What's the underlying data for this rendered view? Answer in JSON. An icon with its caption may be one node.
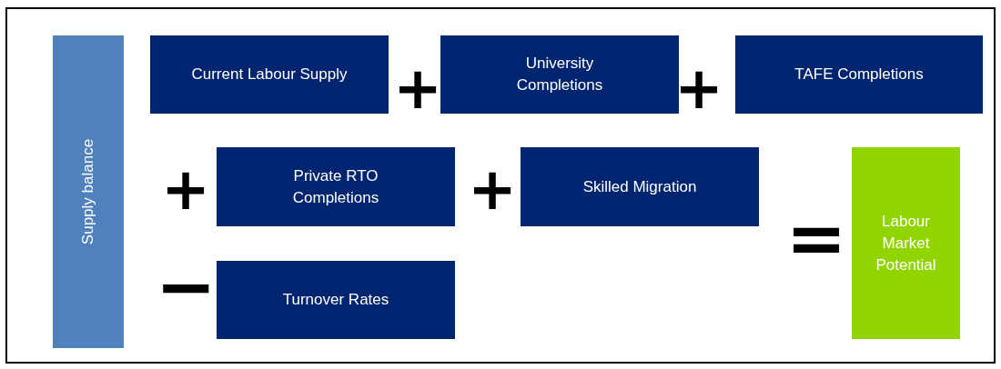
{
  "diagram": {
    "nodes": [
      {
        "text": [
          "Supply balance"
        ]
      },
      {
        "text": [
          "Current Labour Supply"
        ]
      },
      {
        "text": [
          "University Completions"
        ]
      },
      {
        "text": [
          "TAFE Completions"
        ]
      },
      {
        "text": [
          "Private RTO Completions"
        ]
      },
      {
        "text": [
          "Skilled Migration"
        ]
      },
      {
        "text": [
          "Turnover Rates"
        ]
      },
      {
        "text": [
          "Labour Market Potential"
        ]
      }
    ],
    "edges": [],
    "labels": [
      "+",
      "+",
      "+",
      "+",
      "=",
      "−"
    ]
  }
}
